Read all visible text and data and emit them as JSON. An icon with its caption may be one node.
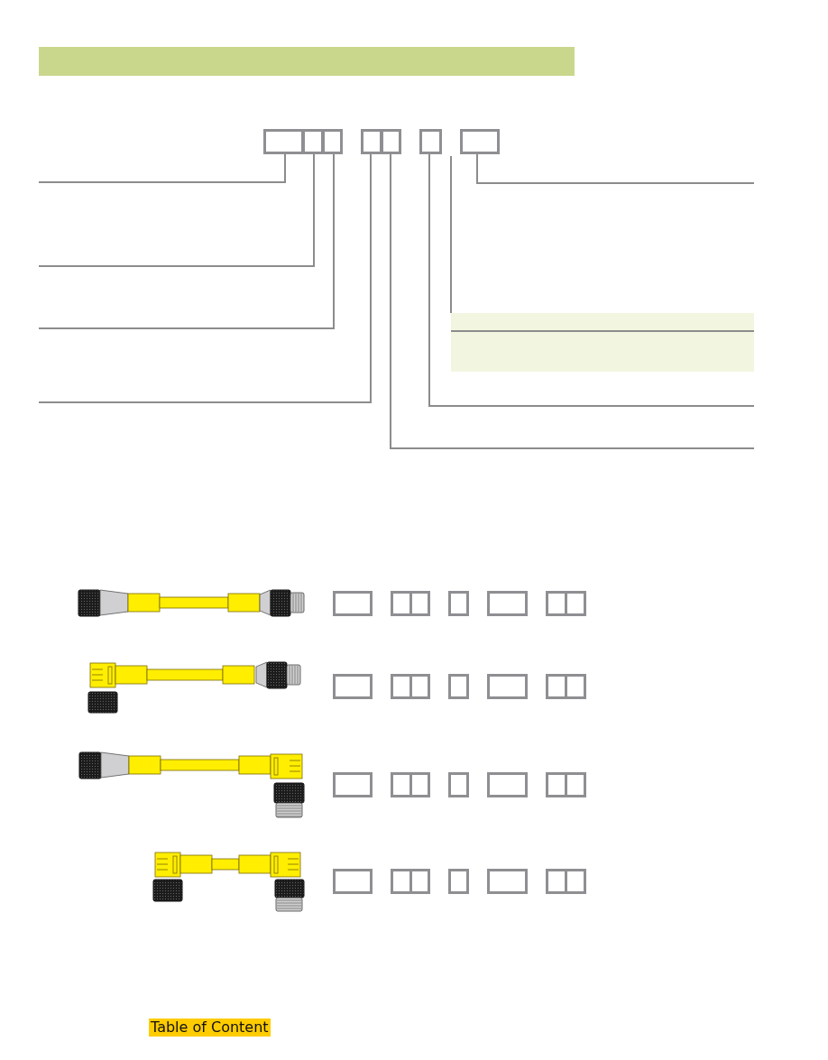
{
  "diagram": {
    "nodes": [
      {
        "text": [],
        "shape": "box"
      },
      {
        "text": [],
        "shape": "box"
      },
      {
        "text": [],
        "shape": "box"
      },
      {
        "text": [],
        "shape": "box"
      },
      {
        "text": [],
        "shape": "box"
      },
      {
        "text": [],
        "shape": "box"
      },
      {
        "text": [],
        "shape": "box"
      },
      {
        "text": [],
        "shape": "box"
      },
      {
        "text": [],
        "shape": "box"
      },
      {
        "text": [],
        "shape": "box"
      },
      {
        "text": [],
        "shape": "box"
      },
      {
        "text": [],
        "shape": "box"
      },
      {
        "text": [],
        "shape": "box"
      },
      {
        "text": [],
        "shape": "box"
      },
      {
        "text": [],
        "shape": "box"
      },
      {
        "text": [],
        "shape": "box"
      },
      {
        "text": [],
        "shape": "box"
      },
      {
        "text": [],
        "shape": "box"
      },
      {
        "text": [],
        "shape": "box"
      },
      {
        "text": [],
        "shape": "box"
      },
      {
        "text": [],
        "shape": "box"
      },
      {
        "text": [],
        "shape": "box"
      },
      {
        "text": [],
        "shape": "box"
      },
      {
        "text": [],
        "shape": "box"
      },
      {
        "text": [],
        "shape": "box"
      },
      {
        "text": [],
        "shape": "box"
      },
      {
        "text": [],
        "shape": "box"
      },
      {
        "text": [],
        "shape": "box"
      },
      {
        "text": [],
        "shape": "box"
      },
      {
        "text": [],
        "shape": "box"
      },
      {
        "text": [],
        "shape": "box"
      },
      {
        "text": [],
        "shape": "box"
      },
      {
        "text": [],
        "shape": "box"
      },
      {
        "text": [],
        "shape": "box"
      },
      {
        "text": [],
        "shape": "box"
      },
      {
        "text": [],
        "shape": "bar"
      }
    ],
    "edges": [
      {
        "from": 0,
        "to": null,
        "arrow": "none"
      },
      {
        "from": 1,
        "to": null,
        "arrow": "none"
      },
      {
        "from": 2,
        "to": null,
        "arrow": "none"
      },
      {
        "from": 3,
        "to": null,
        "arrow": "none"
      },
      {
        "from": 4,
        "to": null,
        "arrow": "none"
      },
      {
        "from": 5,
        "to": null,
        "arrow": "none"
      },
      {
        "from": 6,
        "to": null,
        "arrow": "none"
      },
      {
        "from": 5,
        "to": 35,
        "arrow": "none"
      }
    ],
    "labels": [
      "Table of Content"
    ]
  }
}
